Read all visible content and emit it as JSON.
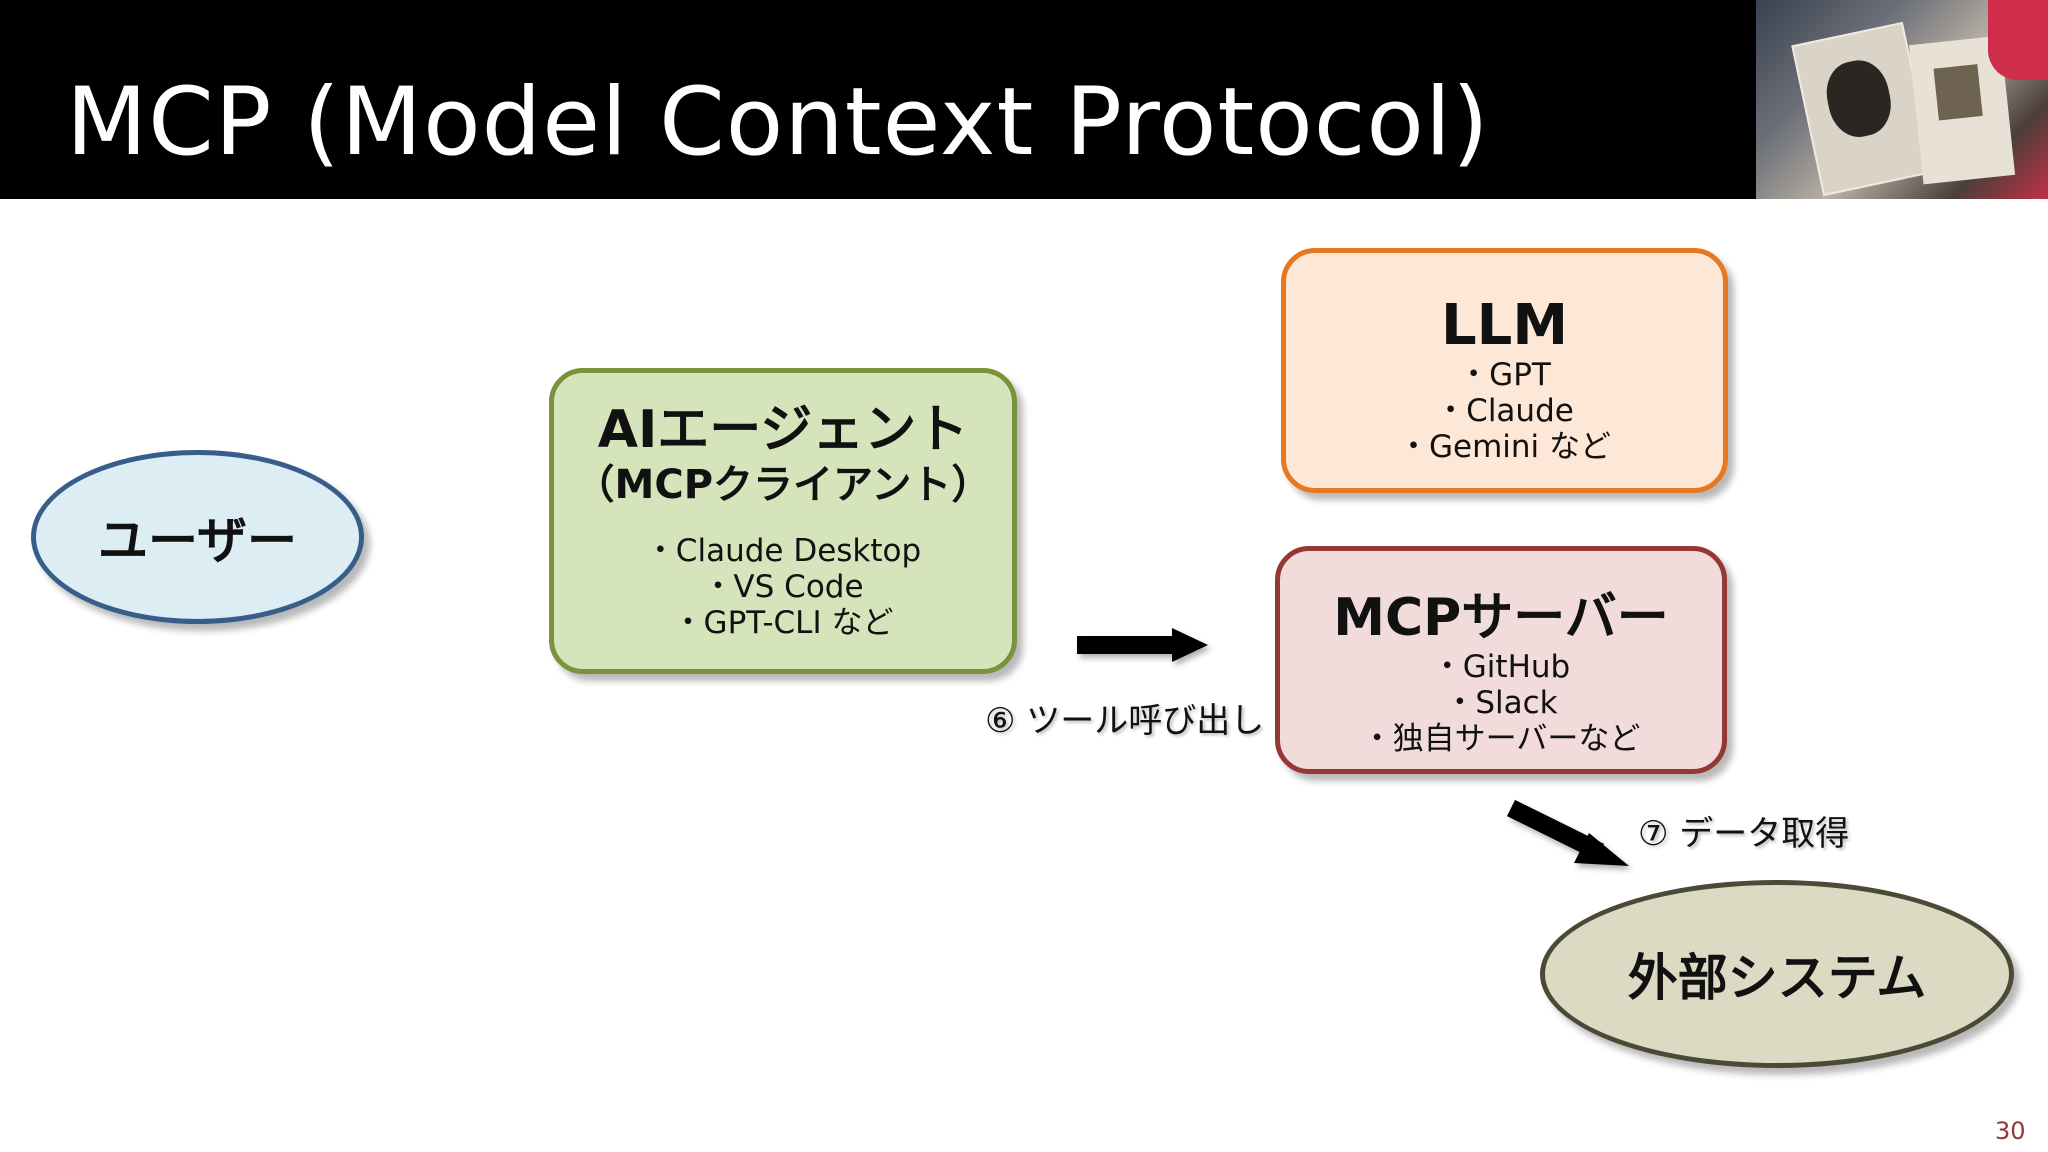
{
  "header": {
    "title": "MCP (Model Context Protocol)",
    "photo": "photo-thumbnail"
  },
  "nodes": {
    "user": {
      "label": "ユーザー"
    },
    "agent": {
      "title": "AIエージェント",
      "subtitle": "（MCPクライアント）",
      "items": [
        "・Claude Desktop",
        "・VS Code",
        "・GPT-CLI など"
      ]
    },
    "llm": {
      "title": "LLM",
      "items": [
        "・GPT",
        "・Claude",
        "・Gemini など"
      ]
    },
    "mcp_server": {
      "title": "MCPサーバー",
      "items": [
        "・GitHub",
        "・Slack",
        "・独自サーバーなど"
      ]
    },
    "external": {
      "label": "外部システム"
    }
  },
  "edges": [
    {
      "from": "agent",
      "to": "mcp_server",
      "label": "⑥ ツール呼び出し"
    },
    {
      "from": "mcp_server",
      "to": "external",
      "label": "⑦ データ取得"
    }
  ],
  "colors": {
    "agent_fill": "#d6e4bc",
    "agent_border": "#77933c",
    "llm_fill": "#fde8d8",
    "llm_border": "#e7781f",
    "mcp_fill": "#f2dcdb",
    "mcp_border": "#953735",
    "user_fill": "#dcedf4",
    "user_border": "#385d8a",
    "external_fill": "#dddac3",
    "external_border": "#4a4a36"
  },
  "page_number": "30"
}
